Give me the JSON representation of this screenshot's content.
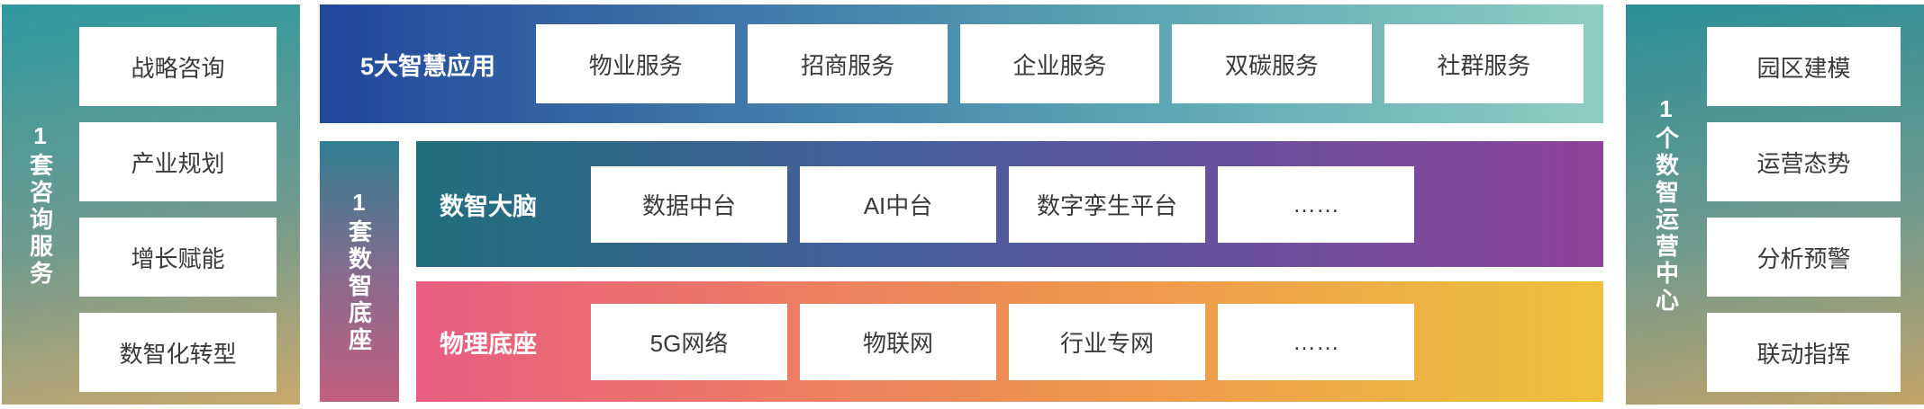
{
  "left_panel": {
    "vertical_label": "1套咨询服务",
    "items": [
      "战略咨询",
      "产业规划",
      "增长赋能",
      "数智化转型"
    ]
  },
  "top_band": {
    "label": "5大智慧应用",
    "items": [
      "物业服务",
      "招商服务",
      "企业服务",
      "双碳服务",
      "社群服务"
    ]
  },
  "middle_bar": {
    "vertical_label": "1套数智底座"
  },
  "rows": [
    {
      "label": "数智大脑",
      "items": [
        "数据中台",
        "AI中台",
        "数字孪生平台",
        "……"
      ]
    },
    {
      "label": "物理底座",
      "items": [
        "5G网络",
        "物联网",
        "行业专网",
        "……"
      ]
    }
  ],
  "right_panel": {
    "vertical_label": "1个数智运营中心",
    "items": [
      "园区建模",
      "运营态势",
      "分析预警",
      "联动指挥"
    ]
  },
  "colors": {
    "side_panel_top": "#2f9aa0",
    "side_panel_bottom": "#c9a96d",
    "top_band_start": "#21479b",
    "top_band_mid": "#57a3b3",
    "top_band_end": "#90cdc1",
    "digital_brain_band_start": "#206e7e",
    "digital_brain_band_mid": "#4b5d9e",
    "digital_brain_band_end": "#8f4399",
    "physical_base_band_start": "#e85d80",
    "physical_base_band_mid": "#ee8e52",
    "physical_base_band_end": "#edc23d",
    "mid_bar_top": "#2f7e92",
    "mid_bar_bottom": "#c35f80",
    "box_background": "#ffffff",
    "box_text": "#3a3a3a",
    "band_label_text": "#ffffff"
  }
}
